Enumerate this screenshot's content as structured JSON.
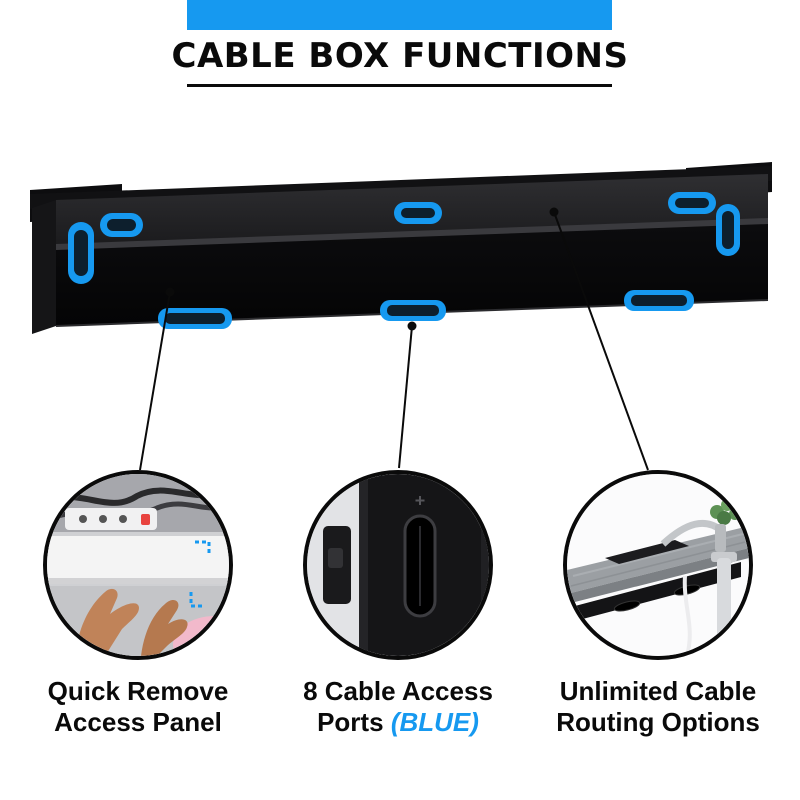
{
  "colors": {
    "accent_blue": "#1699F0",
    "ink": "#0A0A0A"
  },
  "header": {
    "title": "CABLE BOX FUNCTIONS"
  },
  "cable_box": {
    "highlighted_ports": 8,
    "port_style": "blue rounded grommets on top, bottom and both ends of black under-desk cable box"
  },
  "features": [
    {
      "label_line1": "Quick Remove",
      "label_line2": "Access Panel",
      "photo": "hands removing white access panel below cables and power strip"
    },
    {
      "label_line1": "8 Cable Access",
      "label_line2": "Ports",
      "label_line2_accent": "(BLUE)",
      "photo": "close-up of vertical oval cable port on black box"
    },
    {
      "label_line1": "Unlimited Cable",
      "label_line2": "Routing Options",
      "photo": "standing desk underside with cable box, monitor arm and plant"
    }
  ]
}
